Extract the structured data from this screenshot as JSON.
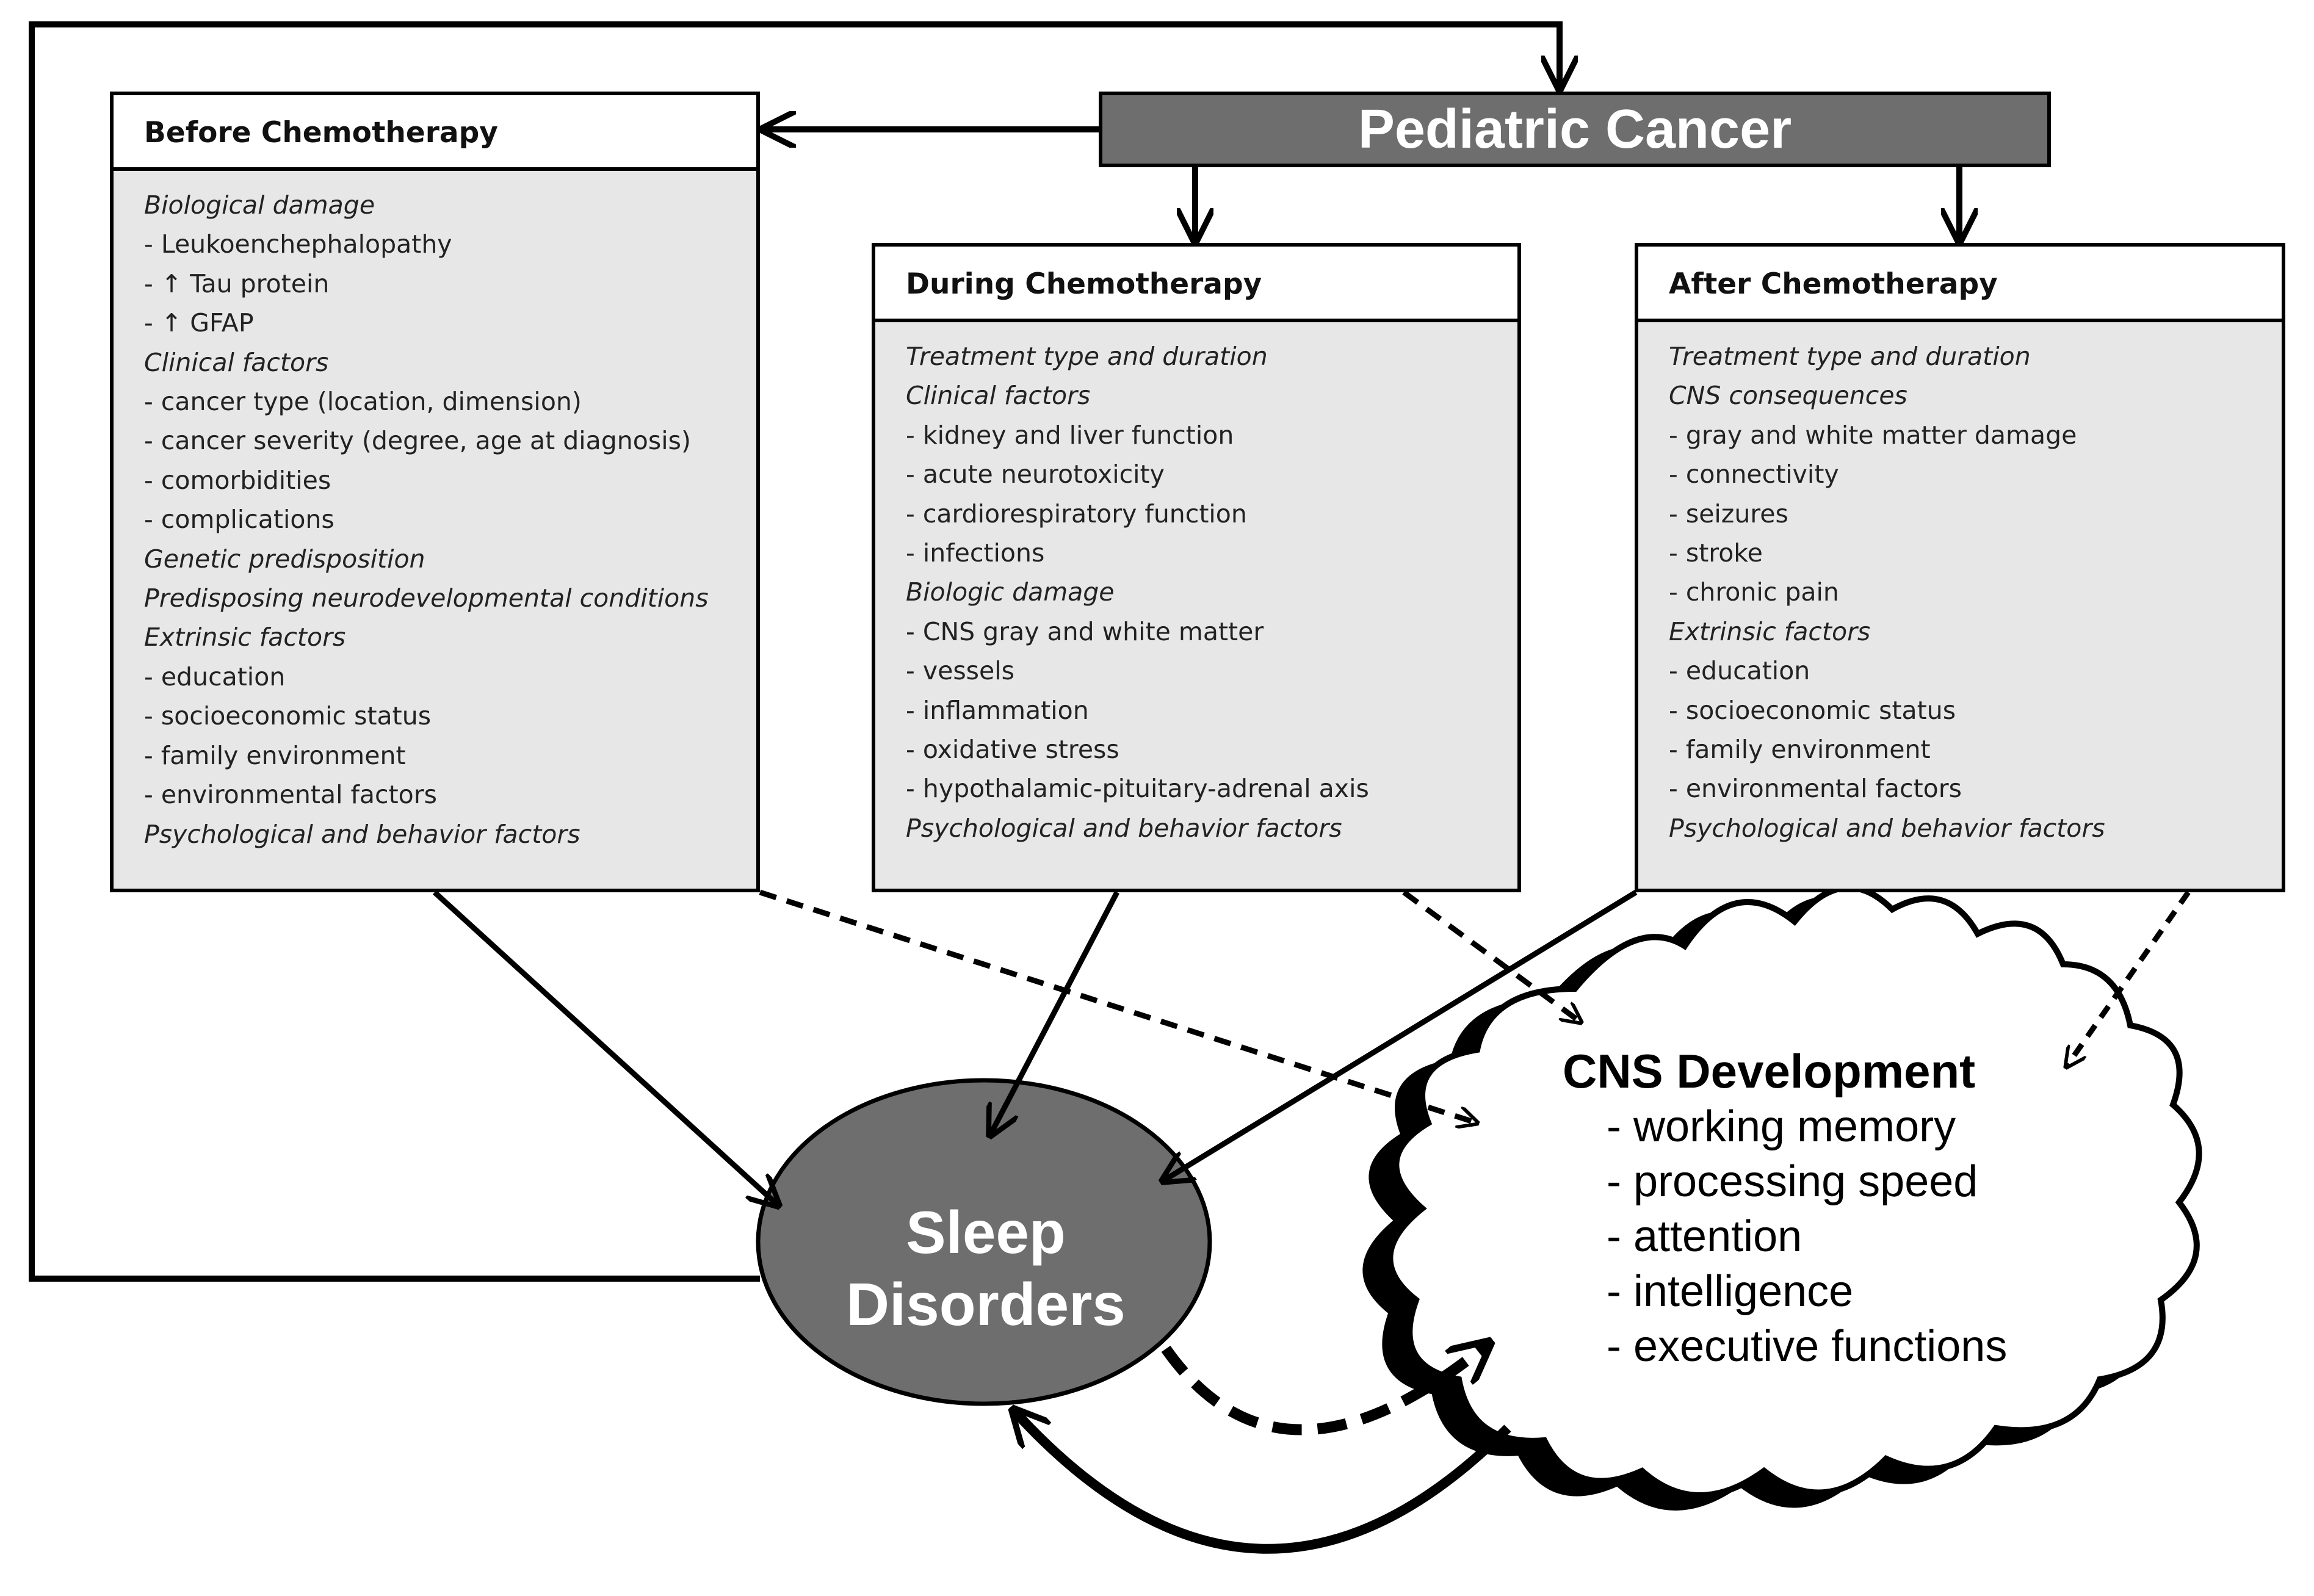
{
  "pediatric_cancer": {
    "label": "Pediatric Cancer"
  },
  "before": {
    "title": "Before Chemotherapy",
    "lines": [
      {
        "text": "Biological damage",
        "heading": true
      },
      {
        "text": "- Leukoenchephalopathy",
        "heading": false
      },
      {
        "text": "- ↑ Tau protein",
        "heading": false
      },
      {
        "text": "- ↑ GFAP",
        "heading": false
      },
      {
        "text": "Clinical factors",
        "heading": true
      },
      {
        "text": "- cancer type (location, dimension)",
        "heading": false
      },
      {
        "text": "- cancer severity (degree, age at diagnosis)",
        "heading": false
      },
      {
        "text": "- comorbidities",
        "heading": false
      },
      {
        "text": "- complications",
        "heading": false
      },
      {
        "text": "Genetic predisposition",
        "heading": true
      },
      {
        "text": "Predisposing neurodevelopmental conditions",
        "heading": true
      },
      {
        "text": "Extrinsic factors",
        "heading": true
      },
      {
        "text": "- education",
        "heading": false
      },
      {
        "text": "- socioeconomic status",
        "heading": false
      },
      {
        "text": "- family environment",
        "heading": false
      },
      {
        "text": "- environmental factors",
        "heading": false
      },
      {
        "text": "Psychological and behavior factors",
        "heading": true
      }
    ]
  },
  "during": {
    "title": "During Chemotherapy",
    "lines": [
      {
        "text": "Treatment type and duration",
        "heading": true
      },
      {
        "text": "Clinical factors",
        "heading": true
      },
      {
        "text": "- kidney and liver function",
        "heading": false
      },
      {
        "text": "- acute neurotoxicity",
        "heading": false
      },
      {
        "text": "- cardiorespiratory function",
        "heading": false
      },
      {
        "text": "- infections",
        "heading": false
      },
      {
        "text": "Biologic damage",
        "heading": true
      },
      {
        "text": "- CNS gray and white matter",
        "heading": false
      },
      {
        "text": "- vessels",
        "heading": false
      },
      {
        "text": "- inflammation",
        "heading": false
      },
      {
        "text": "- oxidative stress",
        "heading": false
      },
      {
        "text": "- hypothalamic-pituitary-adrenal axis",
        "heading": false
      },
      {
        "text": "Psychological and behavior factors",
        "heading": true
      }
    ]
  },
  "after": {
    "title": "After Chemotherapy",
    "lines": [
      {
        "text": "Treatment type and duration",
        "heading": true
      },
      {
        "text": "CNS consequences",
        "heading": true
      },
      {
        "text": "- gray and white matter damage",
        "heading": false
      },
      {
        "text": "- connectivity",
        "heading": false
      },
      {
        "text": "- seizures",
        "heading": false
      },
      {
        "text": "- stroke",
        "heading": false
      },
      {
        "text": "- chronic pain",
        "heading": false
      },
      {
        "text": "Extrinsic factors",
        "heading": true
      },
      {
        "text": "- education",
        "heading": false
      },
      {
        "text": "- socioeconomic status",
        "heading": false
      },
      {
        "text": "- family environment",
        "heading": false
      },
      {
        "text": "- environmental factors",
        "heading": false
      },
      {
        "text": "Psychological and behavior factors",
        "heading": true
      }
    ]
  },
  "sleep": {
    "line1": "Sleep",
    "line2": "Disorders"
  },
  "cns": {
    "title": "CNS Development",
    "items": [
      "- working memory",
      "- processing speed",
      "- attention",
      "- intelligence",
      "- executive functions"
    ]
  },
  "colors": {
    "dark_fill": "#6e6e6e",
    "box_fill": "#e7e7e7",
    "header_fill": "#ffffff",
    "stroke": "#000000"
  }
}
